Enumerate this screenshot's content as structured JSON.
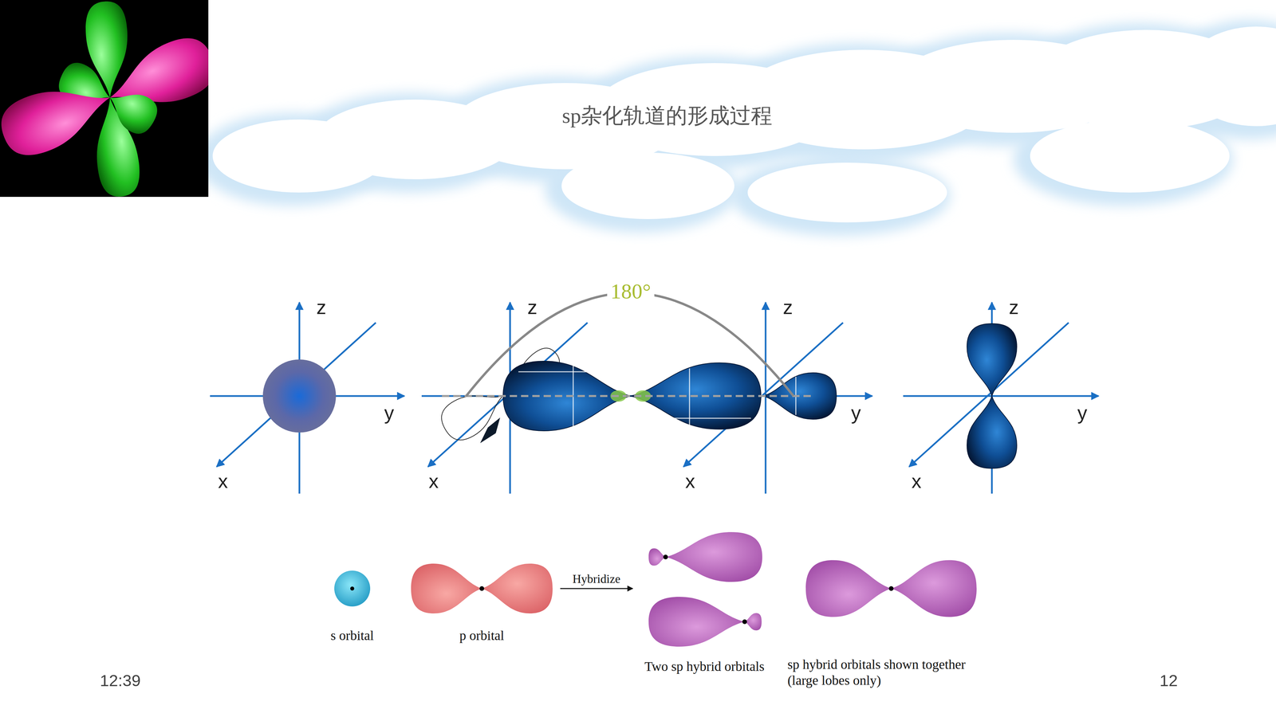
{
  "diagram": {
    "title": "sp杂化轨道的形成过程",
    "nodes": [
      {
        "text": [
          "s orbital"
        ]
      },
      {
        "text": [
          "p orbital"
        ]
      },
      {
        "text": [
          "Two sp hybrid orbitals"
        ]
      },
      {
        "text": [
          "sp hybrid orbitals shown together (large lobes only)"
        ]
      }
    ],
    "edges": [
      {
        "from": 1,
        "to": 2,
        "label": "Hybridize",
        "arrow": "to"
      }
    ],
    "labels": [
      "180°",
      "z",
      "y",
      "x",
      "z",
      "x",
      "z",
      "y",
      "x",
      "z",
      "y",
      "x",
      "12:39",
      "12"
    ]
  }
}
